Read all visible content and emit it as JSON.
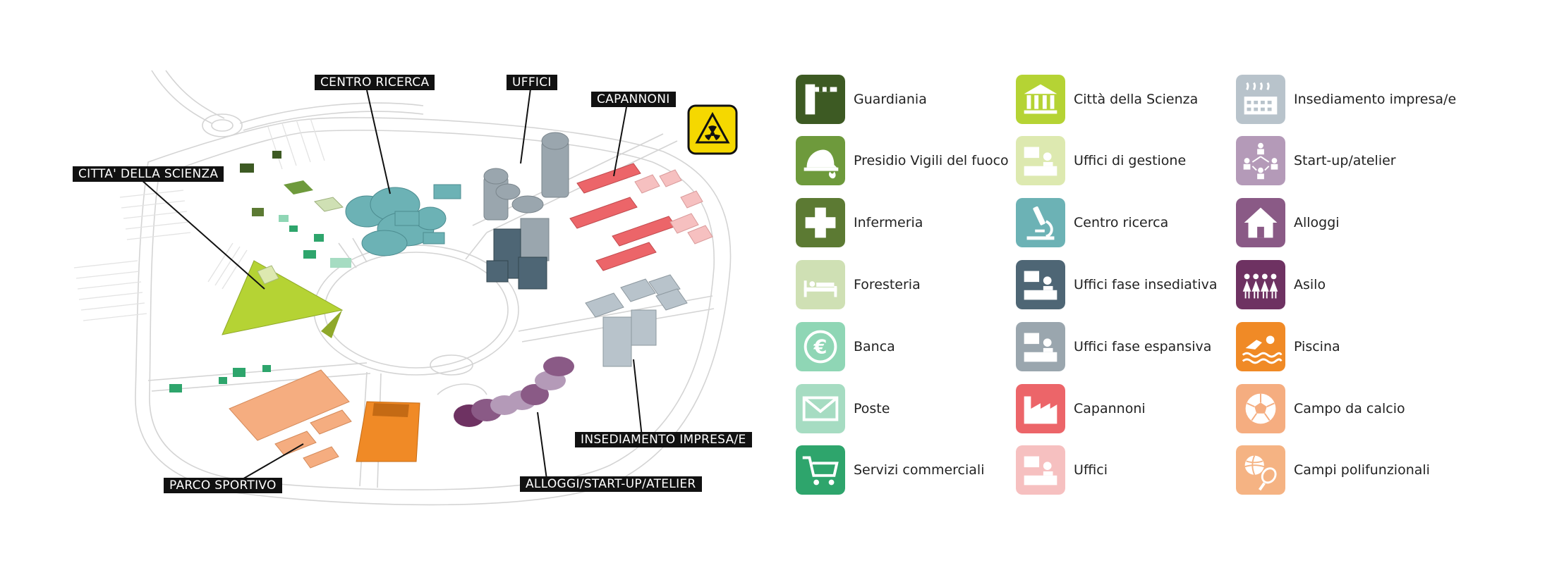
{
  "map_labels": {
    "citta_scienza": "CITTA' DELLA SCIENZA",
    "centro_ricerca": "CENTRO RICERCA",
    "uffici": "UFFICI",
    "capannoni": "CAPANNONI",
    "insediamento": "INSEDIAMENTO IMPRESA/E",
    "alloggi": "ALLOGGI/START-UP/ATELIER",
    "parco_sportivo": "PARCO SPORTIVO"
  },
  "hazard_sign": {
    "icon": "radiation-hazard-icon",
    "color": "#f5d800"
  },
  "legend": {
    "columns": [
      [
        {
          "label": "Guardiania",
          "color": "#3d5a23",
          "icon": "barrier-gate-icon"
        },
        {
          "label": "Presidio Vigili del fuoco",
          "color": "#6e9a3c",
          "icon": "fire-helmet-icon"
        },
        {
          "label": "Infermeria",
          "color": "#5c7a33",
          "icon": "medical-cross-icon"
        },
        {
          "label": "Foresteria",
          "color": "#cfe0b4",
          "icon": "bed-icon"
        },
        {
          "label": "Banca",
          "color": "#8fd6b5",
          "icon": "euro-icon"
        },
        {
          "label": "Poste",
          "color": "#a6dcc2",
          "icon": "envelope-icon"
        },
        {
          "label": "Servizi commerciali",
          "color": "#2ea56c",
          "icon": "shopping-cart-icon"
        }
      ],
      [
        {
          "label": "Città della Scienza",
          "color": "#b5d334",
          "icon": "temple-icon"
        },
        {
          "label": "Uffici di gestione",
          "color": "#dde9b0",
          "icon": "office-desk-icon"
        },
        {
          "label": "Centro ricerca",
          "color": "#6cb2b5",
          "icon": "microscope-icon"
        },
        {
          "label": "Uffici fase insediativa",
          "color": "#4e6675",
          "icon": "office-desk-icon"
        },
        {
          "label": "Uffici fase espansiva",
          "color": "#9aa6ae",
          "icon": "office-desk-icon"
        },
        {
          "label": "Capannoni",
          "color": "#ec6569",
          "icon": "factory-icon"
        },
        {
          "label": "Uffici",
          "color": "#f6c0c0",
          "icon": "office-desk-icon"
        }
      ],
      [
        {
          "label": "Insediamento impresa/e",
          "color": "#b8c3cb",
          "icon": "industrial-plant-icon"
        },
        {
          "label": "Start-up/atelier",
          "color": "#b49ab8",
          "icon": "network-people-icon"
        },
        {
          "label": "Alloggi",
          "color": "#8a5a86",
          "icon": "house-icon"
        },
        {
          "label": "Asilo",
          "color": "#6e3262",
          "icon": "children-icon"
        },
        {
          "label": "Piscina",
          "color": "#f08a26",
          "icon": "swimmer-icon"
        },
        {
          "label": "Campo da calcio",
          "color": "#f5ad80",
          "icon": "soccer-ball-icon"
        },
        {
          "label": "Campi polifunzionali",
          "color": "#f5b383",
          "icon": "ball-racket-icon"
        }
      ]
    ]
  }
}
